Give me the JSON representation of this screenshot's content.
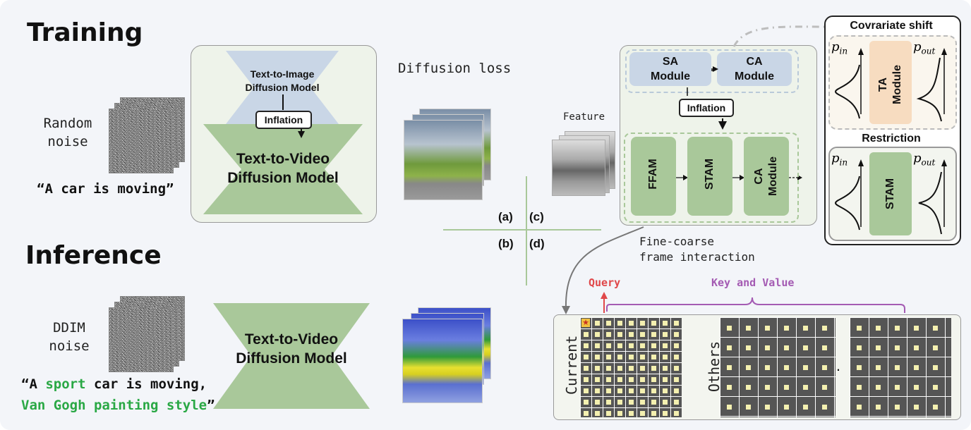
{
  "training": {
    "title": "Training",
    "noise_label": "Random\nnoise",
    "prompt": "“A car is moving”",
    "t2i_label": "Text-to-Image\nDiffusion Model",
    "inflation": "Inflation",
    "t2v_label": "Text-to-Video\nDiffusion Model",
    "loss_label": "Diffusion loss"
  },
  "inference": {
    "title": "Inference",
    "noise_label": "DDIM\nnoise",
    "prompt_prefix": "“A ",
    "prompt_green1": "sport",
    "prompt_mid": " car is moving,",
    "prompt_green2": "Van Gogh painting style",
    "prompt_suffix": "”",
    "t2v_label": "Text-to-Video\nDiffusion Model"
  },
  "quadrants": {
    "a": "(a)",
    "b": "(b)",
    "c": "(c)",
    "d": "(d)"
  },
  "module": {
    "sa": "SA\nModule",
    "ca_top": "CA\nModule",
    "inflation": "Inflation",
    "feature": "Feature",
    "ffam": "FFAM",
    "stam": "STAM",
    "ca_bottom": "CA\nModule",
    "caption": "Fine-coarse\nframe interaction"
  },
  "side": {
    "covariate_title": "Covrariate shift",
    "p_in": "p",
    "p_in_sub": "in",
    "p_out": "p",
    "p_out_sub": "out",
    "ta_module": "TA\nModule",
    "restriction_title": "Restriction",
    "stam": "STAM"
  },
  "attention": {
    "query": "Query",
    "key_value": "Key and Value",
    "current": "Current",
    "others": "Others",
    "ellipsis": "…"
  },
  "colors": {
    "green_box": "#a9c89a",
    "green_dark": "#8fb38a",
    "blue_box": "#c9d6e6",
    "ta_orange": "#f7dcc0",
    "query_red": "#e0484a",
    "kv_purple": "#a45bb3",
    "highlight_green": "#2aa845"
  }
}
